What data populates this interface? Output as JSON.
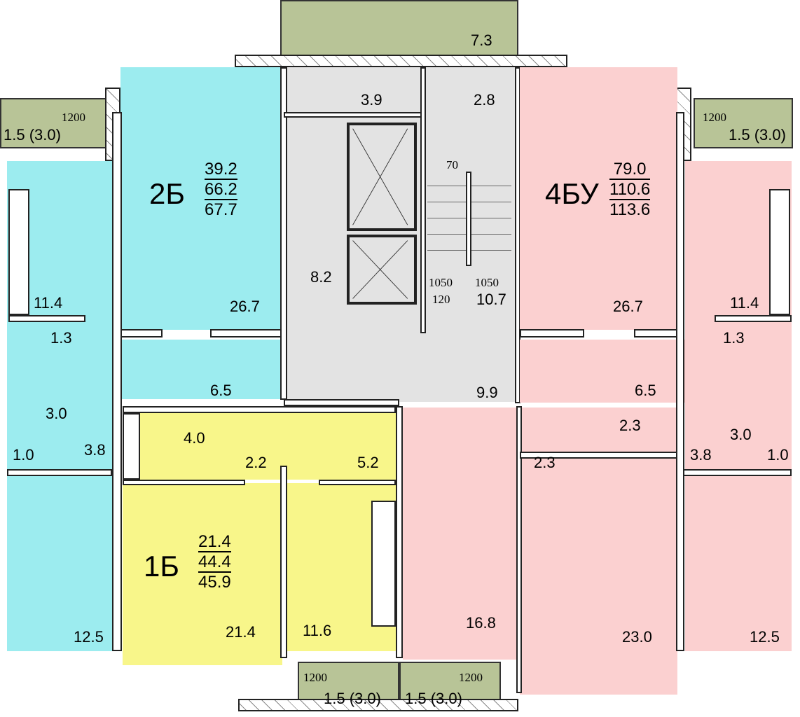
{
  "apartments": [
    {
      "code": "2Б",
      "living": "39.2",
      "total": "66.2",
      "total_with_balcony": "67.7"
    },
    {
      "code": "4БУ",
      "living": "79.0",
      "total": "110.6",
      "total_with_balcony": "113.6"
    },
    {
      "code": "1Б",
      "living": "21.4",
      "total": "44.4",
      "total_with_balcony": "45.9"
    }
  ],
  "rooms": {
    "top_balcony": "7.3",
    "waste_room": "3.9",
    "tech_room": "2.8",
    "lift_hall": "8.2",
    "stair": "10.7",
    "corridor": "9.9",
    "a2_living": "26.7",
    "a2_kitchen": "11.4",
    "a2_wc": "1.3",
    "a2_bath": "3.0",
    "a2_closet": "1.0",
    "a2_hall": "3.8",
    "a2_corridor": "6.5",
    "a2_room": "12.5",
    "a4_living": "26.7",
    "a4_kitchen": "11.4",
    "a4_wc": "1.3",
    "a4_bath": "3.0",
    "a4_closet": "1.0",
    "a4_hall": "3.8",
    "a4_corridor": "6.5",
    "a4_room": "12.5",
    "a4_wc2": "2.3",
    "a4_closet2": "2.3",
    "a4_room2": "16.8",
    "a4_room3": "23.0",
    "a1_bath": "4.0",
    "a1_hall": "2.2",
    "a1_entry": "5.2",
    "a1_room": "21.4",
    "a1_kitchen": "11.6"
  },
  "balconies": {
    "left": "1.5 (3.0)",
    "right": "1.5 (3.0)",
    "bottom_left": "1.5 (3.0)",
    "bottom_right": "1.5 (3.0)"
  },
  "dimensions": {
    "balcony_width": "1200",
    "stair_gap": "70",
    "flight_left": "1050",
    "flight_right": "1050",
    "landing": "120"
  }
}
